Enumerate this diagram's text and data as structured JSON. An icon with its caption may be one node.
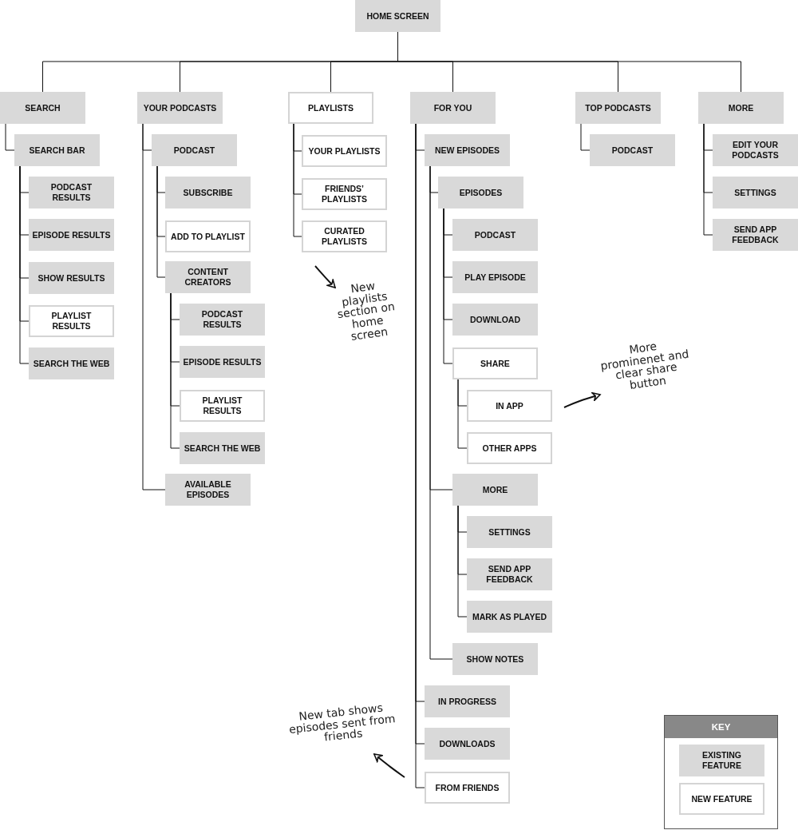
{
  "diagram": {
    "nodes": [
      {
        "text": [
          "HOME SCREEN"
        ]
      },
      {
        "text": [
          "SEARCH"
        ]
      },
      {
        "text": [
          "SEARCH BAR"
        ]
      },
      {
        "text": [
          "PODCAST RESULTS"
        ]
      },
      {
        "text": [
          "EPISODE RESULTS"
        ]
      },
      {
        "text": [
          "SHOW RESULTS"
        ]
      },
      {
        "text": [
          "PLAYLIST RESULTS"
        ]
      },
      {
        "text": [
          "SEARCH THE WEB"
        ]
      },
      {
        "text": [
          "YOUR PODCASTS"
        ]
      },
      {
        "text": [
          "PODCAST"
        ]
      },
      {
        "text": [
          "SUBSCRIBE"
        ]
      },
      {
        "text": [
          "ADD TO PLAYLIST"
        ]
      },
      {
        "text": [
          "CONTENT CREATORS"
        ]
      },
      {
        "text": [
          "PODCAST RESULTS"
        ]
      },
      {
        "text": [
          "EPISODE RESULTS"
        ]
      },
      {
        "text": [
          "PLAYLIST RESULTS"
        ]
      },
      {
        "text": [
          "SEARCH THE WEB"
        ]
      },
      {
        "text": [
          "AVAILABLE EPISODES"
        ]
      },
      {
        "text": [
          "PLAYLISTS"
        ]
      },
      {
        "text": [
          "YOUR PLAYLISTS"
        ]
      },
      {
        "text": [
          "FRIENDS’ PLAYLISTS"
        ]
      },
      {
        "text": [
          "CURATED PLAYLISTS"
        ]
      },
      {
        "text": [
          "FOR YOU"
        ]
      },
      {
        "text": [
          "NEW EPISODES"
        ]
      },
      {
        "text": [
          "EPISODES"
        ]
      },
      {
        "text": [
          "PODCAST"
        ]
      },
      {
        "text": [
          "PLAY EPISODE"
        ]
      },
      {
        "text": [
          "DOWNLOAD"
        ]
      },
      {
        "text": [
          "SHARE"
        ]
      },
      {
        "text": [
          "IN APP"
        ]
      },
      {
        "text": [
          "OTHER APPS"
        ]
      },
      {
        "text": [
          "MORE"
        ]
      },
      {
        "text": [
          "SETTINGS"
        ]
      },
      {
        "text": [
          "SEND APP FEEDBACK"
        ]
      },
      {
        "text": [
          "MARK AS PLAYED"
        ]
      },
      {
        "text": [
          "SHOW NOTES"
        ]
      },
      {
        "text": [
          "IN PROGRESS"
        ]
      },
      {
        "text": [
          "DOWNLOADS"
        ]
      },
      {
        "text": [
          "FROM FRIENDS"
        ]
      },
      {
        "text": [
          "TOP PODCASTS"
        ]
      },
      {
        "text": [
          "PODCAST"
        ]
      },
      {
        "text": [
          "MORE"
        ]
      },
      {
        "text": [
          "EDIT YOUR PODCASTS"
        ]
      },
      {
        "text": [
          "SETTINGS"
        ]
      },
      {
        "text": [
          "SEND APP FEEDBACK"
        ]
      },
      {
        "text": [
          "New playlists section on home screen"
        ]
      },
      {
        "text": [
          "More prominenet and clear share button"
        ]
      },
      {
        "text": [
          "New tab shows episodes sent from friends"
        ]
      }
    ],
    "edges": [
      {
        "from": 0,
        "to": 1,
        "arrow": "none"
      },
      {
        "from": 0,
        "to": 8,
        "arrow": "none"
      },
      {
        "from": 0,
        "to": 18,
        "arrow": "none"
      },
      {
        "from": 0,
        "to": 22,
        "arrow": "none"
      },
      {
        "from": 0,
        "to": 39,
        "arrow": "none"
      },
      {
        "from": 0,
        "to": 41,
        "arrow": "none"
      },
      {
        "from": 1,
        "to": 2,
        "arrow": "none"
      },
      {
        "from": 2,
        "to": 3,
        "arrow": "none"
      },
      {
        "from": 2,
        "to": 4,
        "arrow": "none"
      },
      {
        "from": 2,
        "to": 5,
        "arrow": "none"
      },
      {
        "from": 2,
        "to": 6,
        "arrow": "none"
      },
      {
        "from": 2,
        "to": 7,
        "arrow": "none"
      },
      {
        "from": 8,
        "to": 9,
        "arrow": "none"
      },
      {
        "from": 9,
        "to": 10,
        "arrow": "none"
      },
      {
        "from": 9,
        "to": 11,
        "arrow": "none"
      },
      {
        "from": 9,
        "to": 12,
        "arrow": "none"
      },
      {
        "from": 12,
        "to": 13,
        "arrow": "none"
      },
      {
        "from": 12,
        "to": 14,
        "arrow": "none"
      },
      {
        "from": 12,
        "to": 15,
        "arrow": "none"
      },
      {
        "from": 12,
        "to": 16,
        "arrow": "none"
      },
      {
        "from": 8,
        "to": 17,
        "arrow": "none"
      },
      {
        "from": 18,
        "to": 19,
        "arrow": "none"
      },
      {
        "from": 18,
        "to": 20,
        "arrow": "none"
      },
      {
        "from": 18,
        "to": 21,
        "arrow": "none"
      },
      {
        "from": 22,
        "to": 23,
        "arrow": "none"
      },
      {
        "from": 23,
        "to": 24,
        "arrow": "none"
      },
      {
        "from": 24,
        "to": 25,
        "arrow": "none"
      },
      {
        "from": 24,
        "to": 26,
        "arrow": "none"
      },
      {
        "from": 24,
        "to": 27,
        "arrow": "none"
      },
      {
        "from": 24,
        "to": 28,
        "arrow": "none"
      },
      {
        "from": 28,
        "to": 29,
        "arrow": "none"
      },
      {
        "from": 28,
        "to": 30,
        "arrow": "none"
      },
      {
        "from": 23,
        "to": 31,
        "arrow": "none"
      },
      {
        "from": 31,
        "to": 32,
        "arrow": "none"
      },
      {
        "from": 31,
        "to": 33,
        "arrow": "none"
      },
      {
        "from": 31,
        "to": 34,
        "arrow": "none"
      },
      {
        "from": 23,
        "to": 35,
        "arrow": "none"
      },
      {
        "from": 22,
        "to": 36,
        "arrow": "none"
      },
      {
        "from": 22,
        "to": 37,
        "arrow": "none"
      },
      {
        "from": 22,
        "to": 38,
        "arrow": "none"
      },
      {
        "from": 39,
        "to": 40,
        "arrow": "none"
      },
      {
        "from": 41,
        "to": 42,
        "arrow": "none"
      },
      {
        "from": 41,
        "to": 43,
        "arrow": "none"
      },
      {
        "from": 41,
        "to": 44,
        "arrow": "none"
      },
      {
        "from": null,
        "to": 45,
        "arrow": "to"
      },
      {
        "from": null,
        "to": 46,
        "arrow": "to"
      },
      {
        "from": null,
        "to": 47,
        "arrow": "to"
      }
    ],
    "labels": [
      "KEY"
    ],
    "legend": [
      {
        "text": "EXISTING FEATURE",
        "color": "#d9d9d9"
      },
      {
        "text": "NEW FEATURE",
        "color": "#ffffff"
      }
    ]
  }
}
